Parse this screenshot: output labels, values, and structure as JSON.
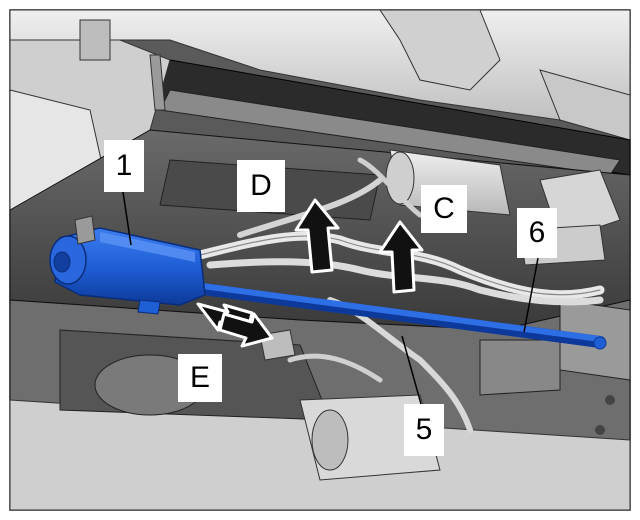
{
  "figure": {
    "callouts": {
      "part_1": "1",
      "part_5": "5",
      "part_6": "6",
      "view_c": "C",
      "view_d": "D",
      "view_e": "E"
    }
  },
  "colors": {
    "highlight_blue": "#1f5fd6",
    "highlight_blue_dark": "#0d3a9a",
    "metal_light": "#dcdcdc",
    "metal_mid": "#a9a9a9",
    "metal_dark": "#4a4a4a",
    "arrow_black": "#111111",
    "background": "#ffffff"
  }
}
